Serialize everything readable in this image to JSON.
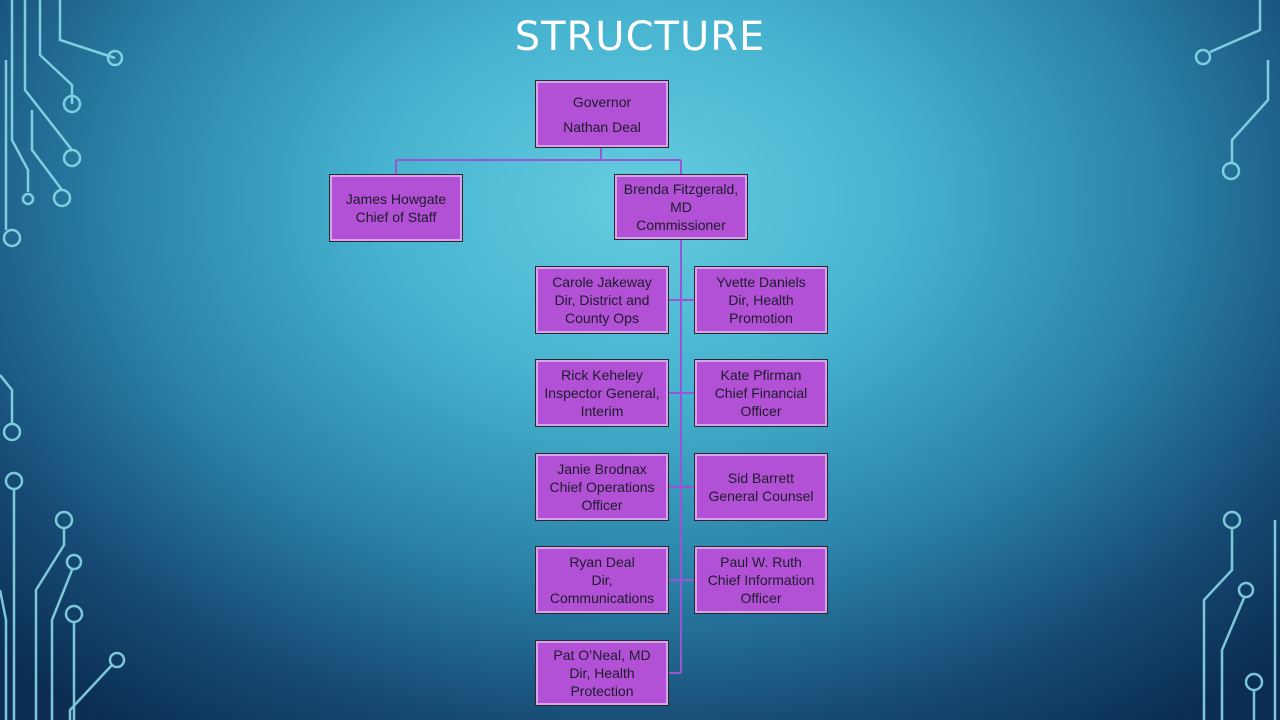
{
  "slide": {
    "title": "STRUCTURE"
  },
  "colors": {
    "node_fill": "#b251d6",
    "connector": "#9b55d4",
    "title_text": "#ffffff"
  },
  "org_chart": {
    "root": {
      "name": "Governor",
      "title": "Nathan Deal"
    },
    "chief_of_staff": {
      "name": "James Howgate",
      "title": "Chief of Staff"
    },
    "commissioner": {
      "name": "Brenda Fitzgerald, MD",
      "title": "Commissioner"
    },
    "reports": [
      {
        "name": "Carole Jakeway",
        "title": "Dir, District and County Ops"
      },
      {
        "name": "Yvette Daniels",
        "title": "Dir, Health Promotion"
      },
      {
        "name": "Rick Keheley",
        "title": "Inspector General, Interim"
      },
      {
        "name": "Kate Pfirman",
        "title": "Chief Financial Officer"
      },
      {
        "name": "Janie Brodnax",
        "title": "Chief Operations Officer"
      },
      {
        "name": "Sid Barrett",
        "title": "General Counsel"
      },
      {
        "name": "Ryan Deal",
        "title": "Dir, Communications"
      },
      {
        "name": "Paul W. Ruth",
        "title": "Chief Information Officer"
      },
      {
        "name": "Pat O’Neal, MD",
        "title": "Dir, Health Protection"
      }
    ]
  }
}
